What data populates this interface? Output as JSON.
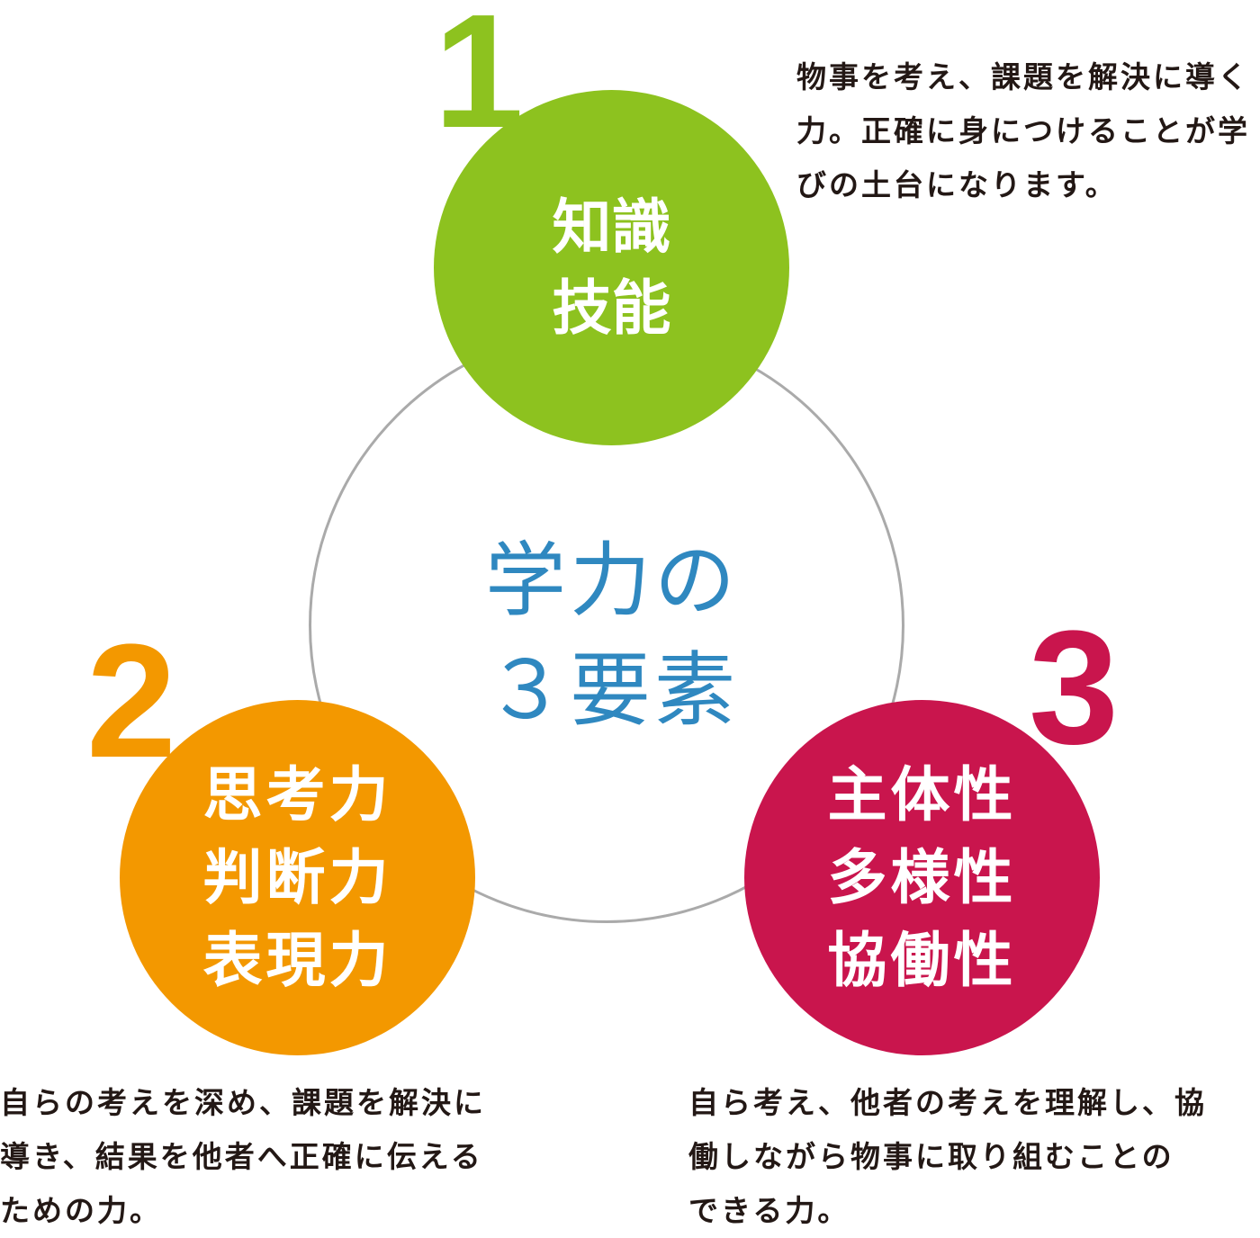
{
  "center": {
    "title": "学力の\n３要素"
  },
  "elements": [
    {
      "number": "1",
      "label": "知識\n技能",
      "color": "#8dc21f",
      "description": "物事を考え、課題を解決に導く\n力。正確に身につけることが学\nびの土台になります。"
    },
    {
      "number": "2",
      "label": "思考力\n判断力\n表現力",
      "color": "#f39800",
      "description": "自らの考えを深め、課題を解決に\n導き、結果を他者へ正確に伝える\nための力。"
    },
    {
      "number": "3",
      "label": "主体性\n多様性\n協働性",
      "color": "#c9154d",
      "description": "自ら考え、他者の考えを理解し、協\n働しながら物事に取り組むことの\nできる力。"
    }
  ],
  "colors": {
    "center_text": "#2f88c0",
    "ring": "#aaaaaa",
    "body_text": "#231815"
  }
}
